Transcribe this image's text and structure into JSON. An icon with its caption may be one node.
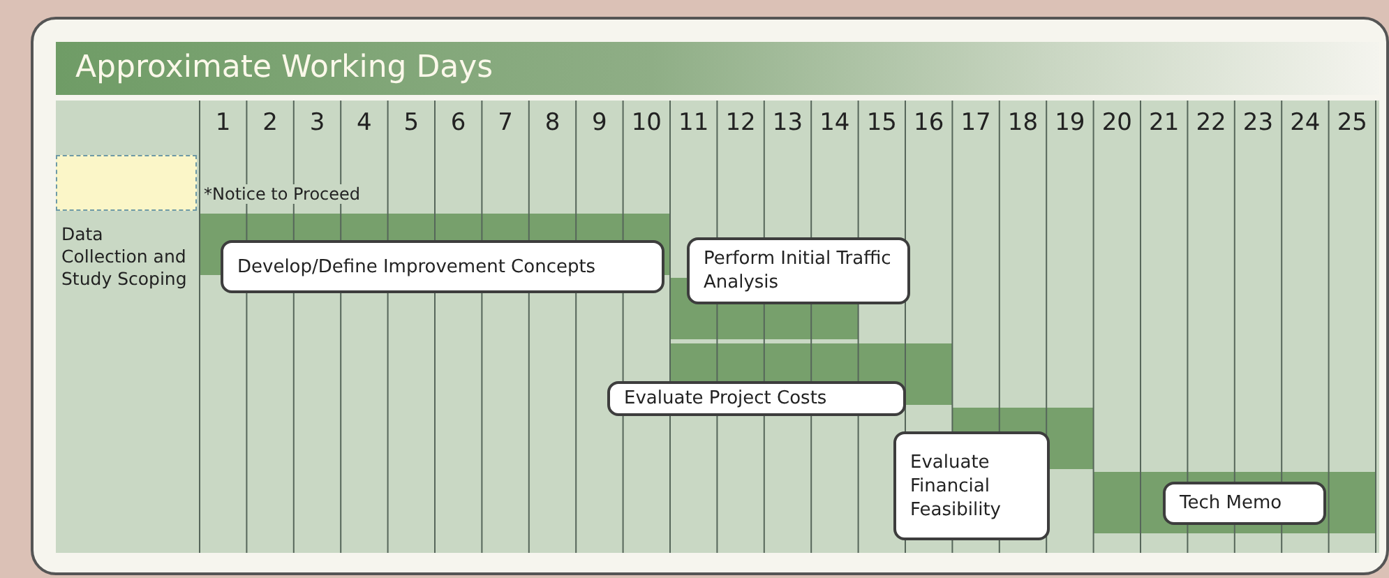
{
  "diagram": {
    "title": "Approximate Working Days",
    "nodes": [
      {
        "text": [
          "Develop/Define Improvement Concepts"
        ]
      },
      {
        "text": [
          "Perform Initial Traffic Analysis"
        ]
      },
      {
        "text": [
          "Evaluate Project Costs"
        ]
      },
      {
        "text": [
          "Evaluate Financial Feasibility"
        ]
      },
      {
        "text": [
          "Tech Memo"
        ]
      }
    ],
    "labels": [
      "1",
      "2",
      "3",
      "4",
      "5",
      "6",
      "7",
      "8",
      "9",
      "10",
      "11",
      "12",
      "13",
      "14",
      "15",
      "16",
      "17",
      "18",
      "19",
      "20",
      "21",
      "22",
      "23",
      "24",
      "25",
      "*Notice to Proceed",
      "Data Collection and Study Scoping"
    ]
  }
}
